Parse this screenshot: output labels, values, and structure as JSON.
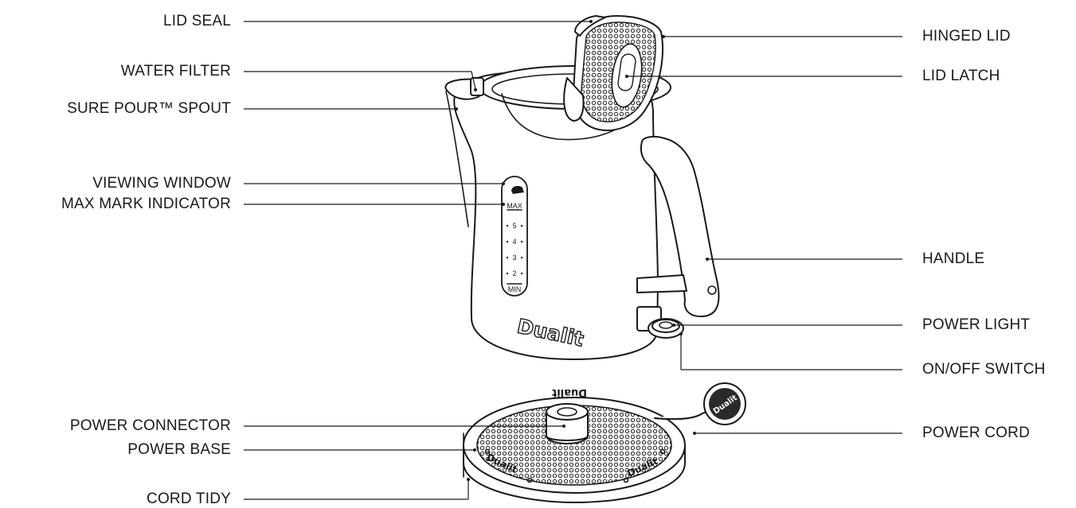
{
  "labels": {
    "lid_seal": "LID SEAL",
    "water_filter": "WATER FILTER",
    "sure_pour_spout": "SURE POUR™ SPOUT",
    "viewing_window": "VIEWING WINDOW",
    "max_mark_indicator": "MAX MARK INDICATOR",
    "power_connector": "POWER CONNECTOR",
    "power_base": "POWER BASE",
    "cord_tidy": "CORD TIDY",
    "hinged_lid": "HINGED LID",
    "lid_latch": "LID LATCH",
    "handle": "HANDLE",
    "power_light": "POWER LIGHT",
    "on_off_switch": "ON/OFF SWITCH",
    "power_cord": "POWER CORD"
  },
  "window_marks": {
    "max": "MAX",
    "min": "MIN",
    "levels": [
      "5",
      "4",
      "3",
      "2"
    ]
  },
  "brand": {
    "kettle": "Dualit",
    "base_text": "Dualit",
    "plug_text": "Dualit"
  }
}
